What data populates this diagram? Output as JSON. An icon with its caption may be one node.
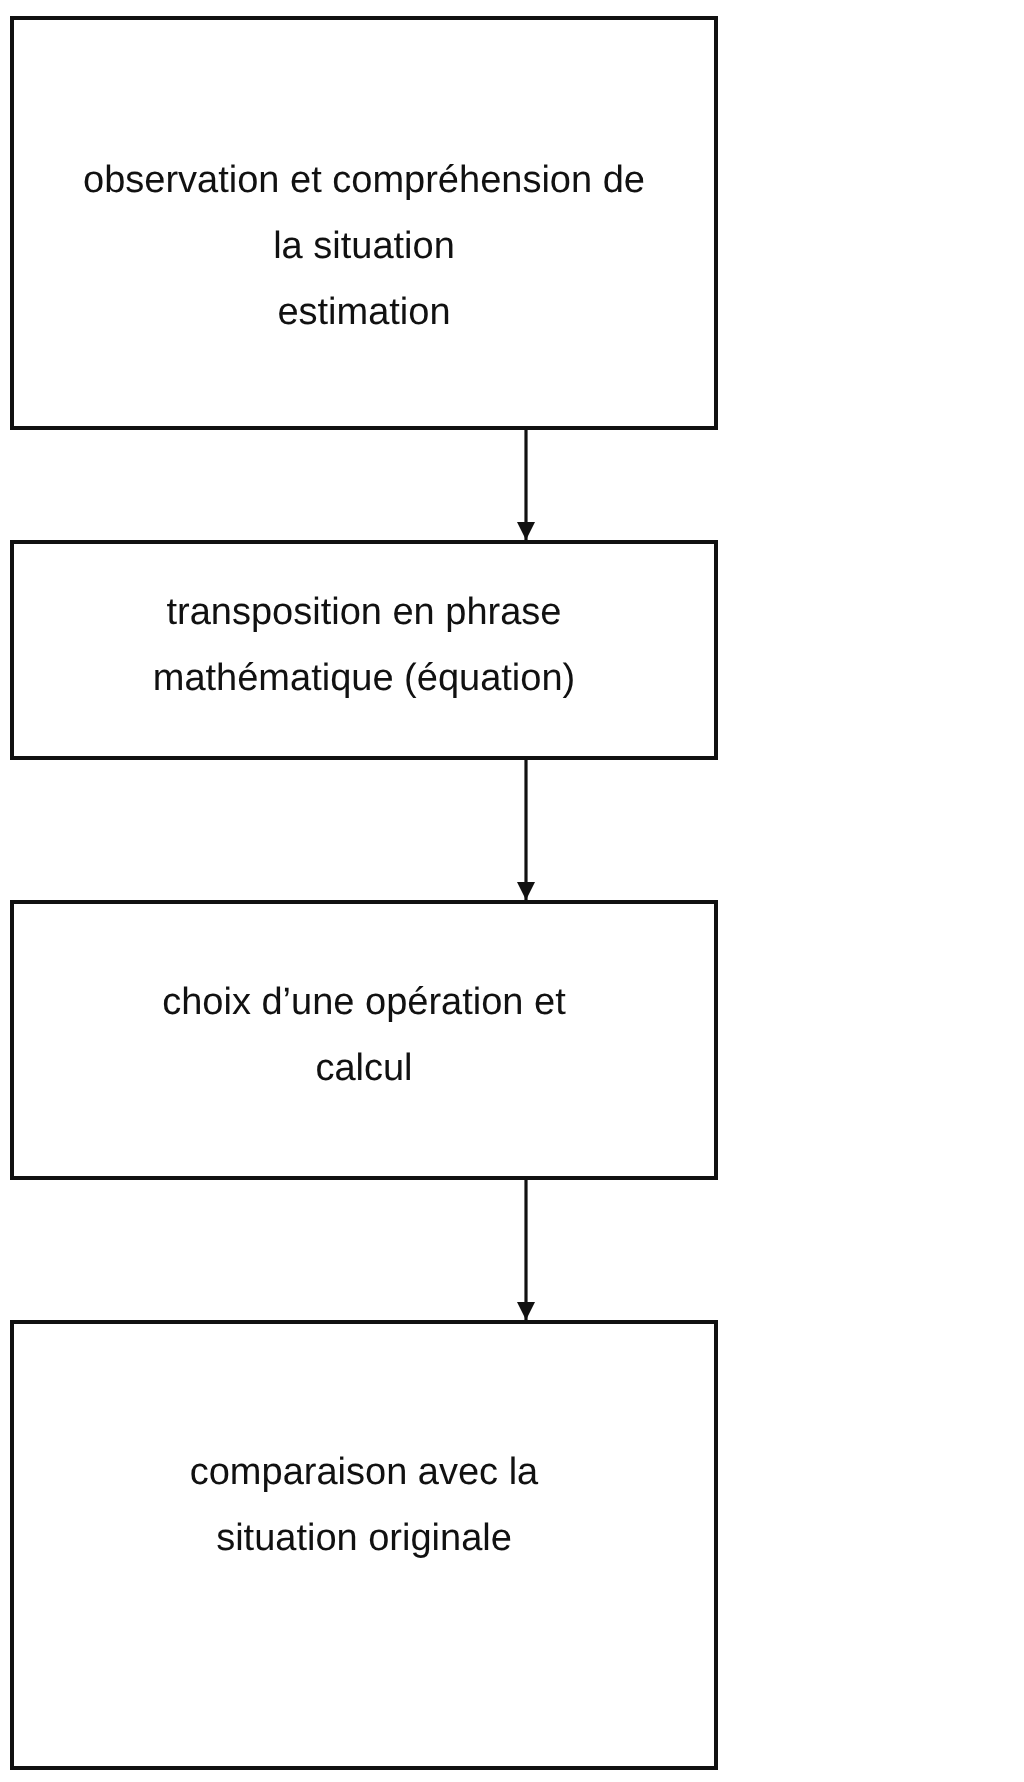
{
  "diagram": {
    "nodes": [
      {
        "text": [
          "observation et compréhension de la situation",
          "estimation"
        ]
      },
      {
        "text": [
          "transposition en phrase mathématique (équation)"
        ]
      },
      {
        "text": [
          "choix d’une opération et calcul"
        ]
      },
      {
        "text": [
          "comparaison avec la situation originale"
        ]
      }
    ],
    "edges": [
      {
        "from": 0,
        "to": 1,
        "arrow": "to"
      },
      {
        "from": 1,
        "to": 2,
        "arrow": "to"
      },
      {
        "from": 2,
        "to": 3,
        "arrow": "to"
      }
    ]
  }
}
